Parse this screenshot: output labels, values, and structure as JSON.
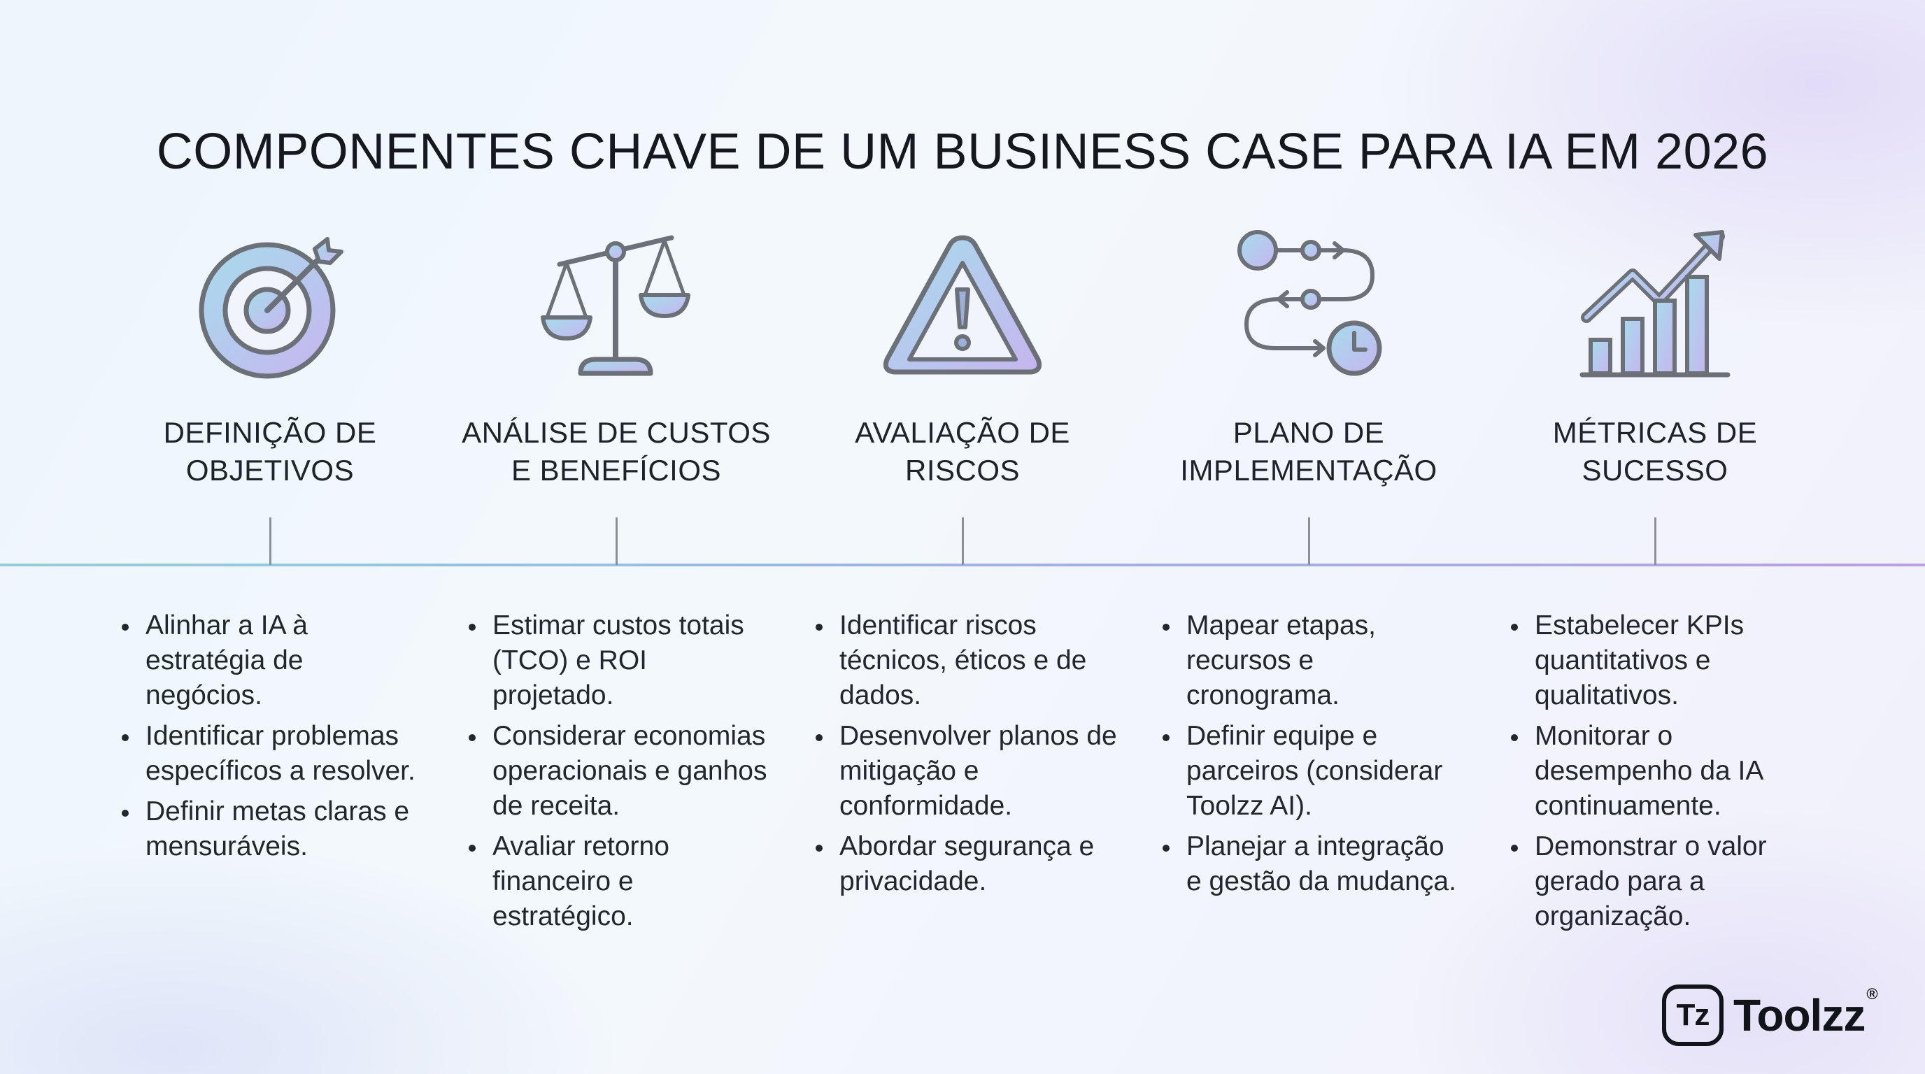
{
  "title": "COMPONENTES CHAVE DE UM BUSINESS CASE PARA IA EM 2026",
  "colors": {
    "icon_stroke": "#6b7079",
    "icon_fill_start": "#a7dcec",
    "icon_fill_end": "#c7b5ef",
    "axis_start": "#8fd0d8",
    "axis_end": "#b9a0e0",
    "text": "#1e222a"
  },
  "columns": [
    {
      "icon": "target-icon",
      "title_lines": [
        "DEFINIÇÃO DE",
        "OBJETIVOS"
      ],
      "bullets": [
        "Alinhar a IA à estratégia de negócios.",
        "Identificar problemas específicos a resolver.",
        "Definir metas claras e mensuráveis."
      ]
    },
    {
      "icon": "balance-scale-icon",
      "title_lines": [
        "ANÁLISE DE CUSTOS",
        "E BENEFÍCIOS"
      ],
      "bullets": [
        "Estimar custos totais (TCO) e ROI projetado.",
        "Considerar economias operacionais e ganhos de receita.",
        "Avaliar retorno financeiro e estratégico."
      ]
    },
    {
      "icon": "warning-triangle-icon",
      "title_lines": [
        "AVALIAÇÃO DE",
        "RISCOS"
      ],
      "bullets": [
        "Identificar riscos técnicos, éticos e de dados.",
        "Desenvolver planos de mitigação e conformidade.",
        "Abordar segurança e privacidade."
      ]
    },
    {
      "icon": "process-flow-clock-icon",
      "title_lines": [
        "PLANO DE",
        "IMPLEMENTAÇÃO"
      ],
      "bullets": [
        "Mapear etapas, recursos e cronograma.",
        "Definir equipe e parceiros (considerar Toolzz AI).",
        "Planejar a integração e gestão da mudança."
      ]
    },
    {
      "icon": "growth-bar-chart-icon",
      "title_lines": [
        "MÉTRICAS DE",
        "SUCESSO"
      ],
      "bullets": [
        "Estabelecer KPIs quantitativos e qualitativos.",
        "Monitorar o desempenho da IA continuamente.",
        "Demonstrar o valor gerado para a organização."
      ]
    }
  ],
  "logo": {
    "mark": "Tz",
    "name": "Toolzz",
    "registered": "®"
  }
}
